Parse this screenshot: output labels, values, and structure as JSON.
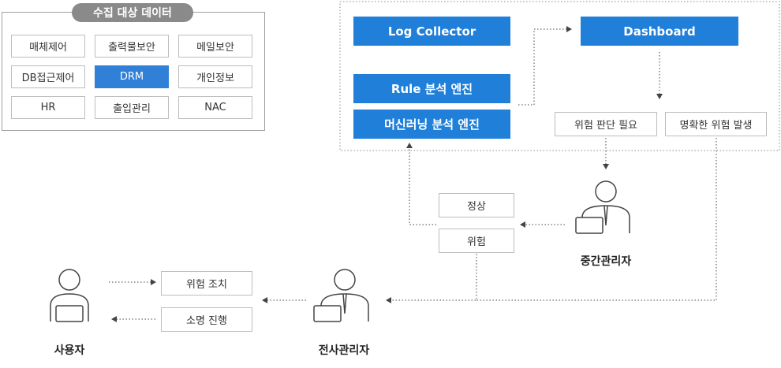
{
  "collect": {
    "title": "수집 대상 데이터",
    "items": [
      "매체제어",
      "출력물보안",
      "메일보안",
      "DB접근제어",
      "DRM",
      "개인정보",
      "HR",
      "출입관리",
      "NAC"
    ],
    "selected": "DRM"
  },
  "system": {
    "log_collector": "Log Collector",
    "dashboard": "Dashboard",
    "rule_engine": "Rule 분석 엔진",
    "ml_engine": "머신러닝 분석 엔진",
    "need_judgement": "위험 판단 필요",
    "clear_risk": "명확한 위험 발생"
  },
  "middle_manager": {
    "label": "중간관리자",
    "normal": "정상",
    "risk": "위험"
  },
  "actions": {
    "risk_action": "위험 조치",
    "explain": "소명 진행"
  },
  "user": {
    "label": "사용자"
  },
  "company_manager": {
    "label": "전사관리자"
  },
  "colors": {
    "accent": "#1f7fd9",
    "border": "#bdbdbd",
    "arrow": "#444444"
  }
}
